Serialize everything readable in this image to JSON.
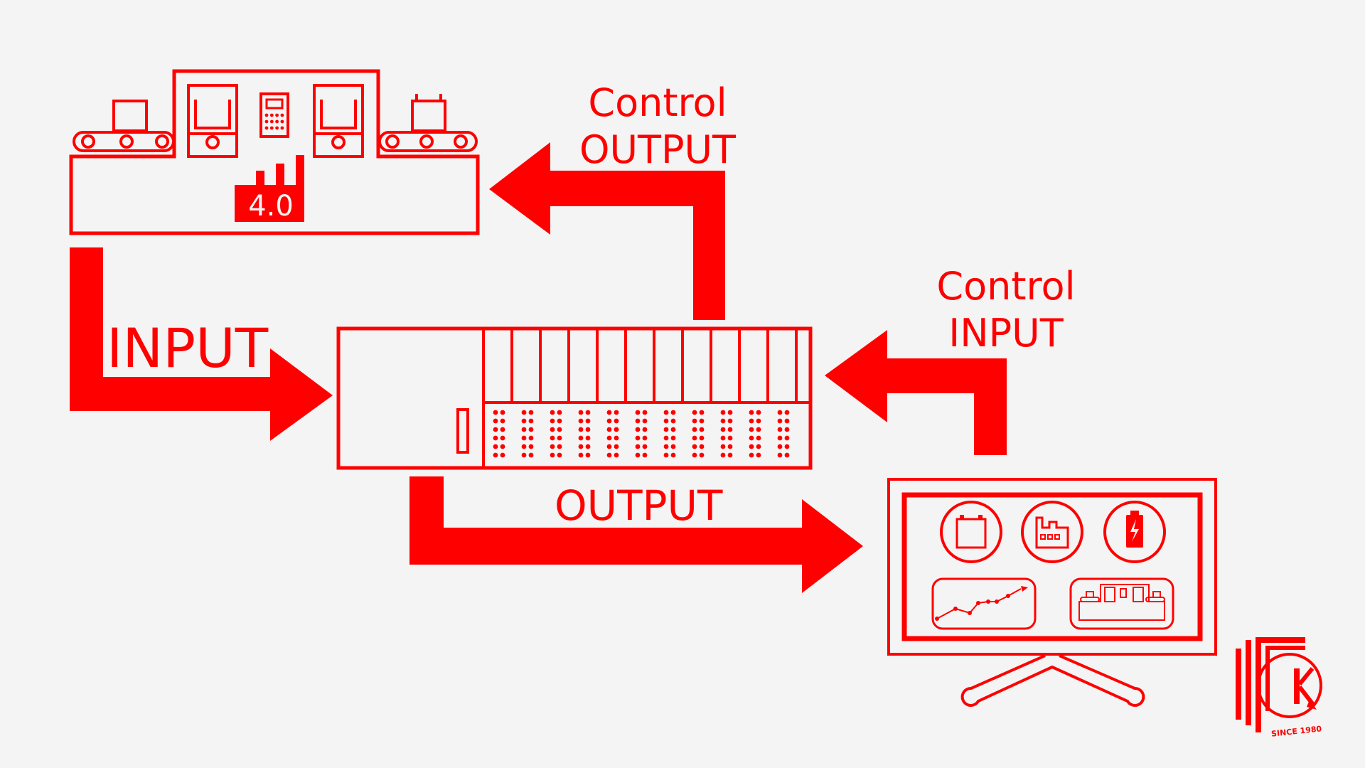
{
  "labels": {
    "control_output": [
      "Control",
      "OUTPUT"
    ],
    "control_input": [
      "Control",
      "INPUT"
    ],
    "input": "INPUT",
    "output": "OUTPUT"
  },
  "factory": {
    "badge": "4.0"
  },
  "logo": {
    "tagline": "SINCE 1980"
  },
  "colors": {
    "accent": "#ff0000",
    "background": "#f4f4f4"
  },
  "icons": {
    "factory": "conveyor-factory-icon",
    "plc": "plc-controller-icon",
    "hmi": "hmi-monitor-icon",
    "battery": "battery-icon",
    "plant": "factory-building-icon",
    "charging": "charging-battery-icon",
    "trend": "line-chart-icon"
  }
}
